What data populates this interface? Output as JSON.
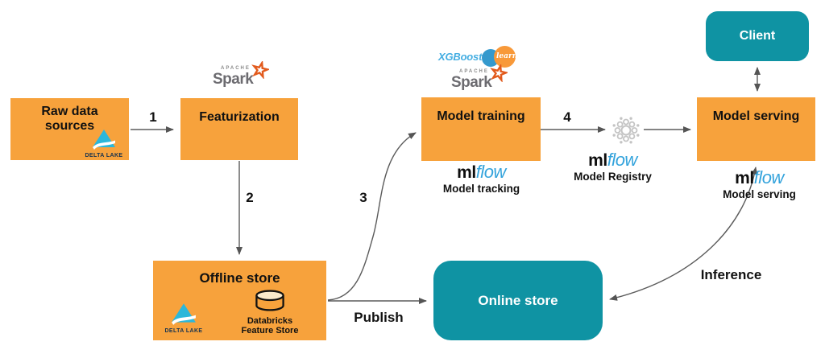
{
  "colors": {
    "orange_box": "#F7A23C",
    "teal_box": "#0F93A3",
    "arrow_gray": "#5B5B5B",
    "mlflow_blue": "#33A3DC",
    "xgboost_blue": "#45AEE2",
    "spark_orange": "#E25A1C",
    "spark_gray": "#6C6B70",
    "delta_lake_teal": "#2BB7DA",
    "sklearn_blue": "#3499CD",
    "sklearn_orange": "#F89939",
    "gear_gray": "#C4C4C4"
  },
  "nodes": {
    "raw_data_sources": {
      "line1": "Raw data",
      "line2": "sources"
    },
    "featurization": {
      "label": "Featurization"
    },
    "offline_store": {
      "label": "Offline store"
    },
    "model_training": {
      "label": "Model training"
    },
    "model_serving": {
      "label": "Model serving"
    },
    "client": {
      "label": "Client"
    },
    "online_store": {
      "label": "Online store"
    }
  },
  "edge_labels": {
    "step1": "1",
    "step2": "2",
    "step3": "3",
    "step4": "4",
    "publish": "Publish",
    "inference": "Inference"
  },
  "logos": {
    "spark_apache": "APACHE",
    "spark_name": "Spark",
    "delta_lake": "DELTA LAKE",
    "xgboost": "XGBoost",
    "sklearn_learn": "learn",
    "mlflow_ml": "ml",
    "mlflow_flow": "flow",
    "databricks_line1": "Databricks",
    "databricks_line2": "Feature Store"
  },
  "captions": {
    "model_tracking": "Model tracking",
    "model_registry": "Model Registry",
    "model_serving": "Model serving"
  }
}
